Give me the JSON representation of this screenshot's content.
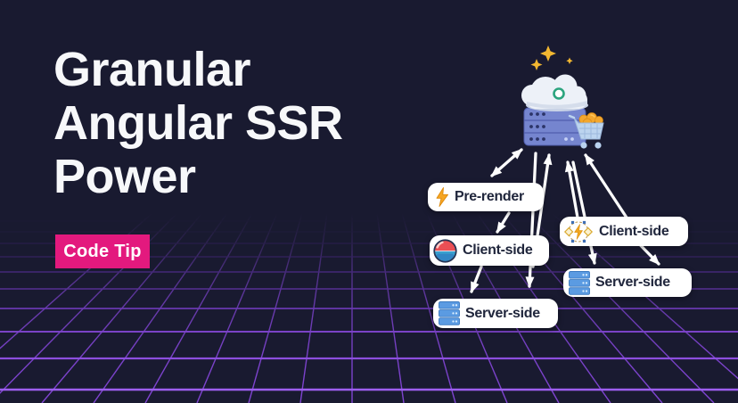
{
  "title": {
    "line1": "Granular",
    "line2": "Angular SSR",
    "line3": "Power"
  },
  "badge": {
    "label": "Code Tip"
  },
  "diagram": {
    "illustration": "cloud-server-with-shopping-cart-and-sparkles",
    "nodes": [
      {
        "label": "Pre-render",
        "icon": "lightning-bolt-icon"
      },
      {
        "label": "Client-side",
        "icon": "sphere-globe-icon"
      },
      {
        "label": "Server-side",
        "icon": "server-stack-icon"
      },
      {
        "label": "Client-side",
        "icon": "circuit-lightning-icon"
      },
      {
        "label": "Server-side",
        "icon": "server-stack-icon"
      }
    ]
  },
  "colors": {
    "background": "#191a30",
    "grid_purple": "#8647dc",
    "badge_pink": "#e3197e",
    "node_background": "#ffffff",
    "node_text": "#20263c",
    "arrow_white": "#fdfdfd",
    "title_white": "#f7f8fa"
  }
}
